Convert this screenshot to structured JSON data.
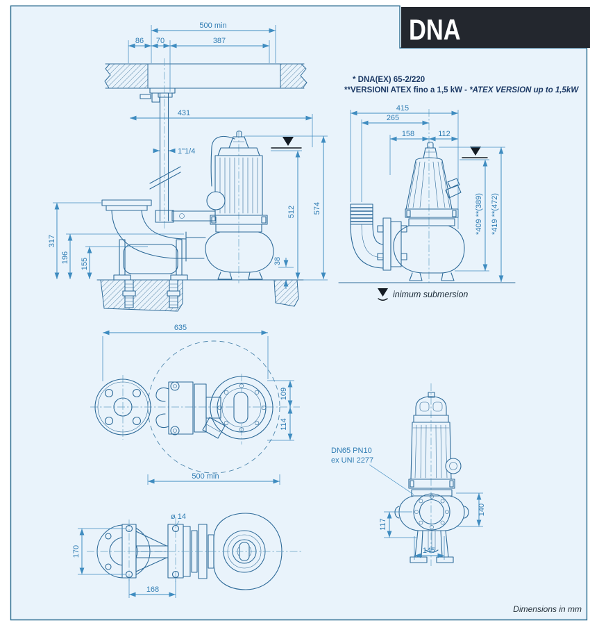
{
  "banner": {
    "title": "DNA"
  },
  "notes": {
    "line1": "* DNA(EX) 65-2/220",
    "line2_regular": "**VERSIONI ATEX fino a 1,5 kW - ",
    "line2_italic": "*ATEX VERSION up to 1,5kW"
  },
  "legend": {
    "min_submersion_label": "inimum submersion"
  },
  "footer": {
    "units_note": "Dimensions in mm"
  },
  "colors": {
    "panel_bg": "#e9f3fb",
    "panel_border": "#2a6b8f",
    "banner_bg": "#23272e",
    "banner_text": "#ffffff",
    "drawing_line": "#2f6b99",
    "dimension_line": "#3f8cc0",
    "dimension_text": "#2f7cb3",
    "note_text": "#1d3a66"
  },
  "views": {
    "installation": {
      "label": "installation side view with guide rail and pit",
      "dims": {
        "pit_width": "500 min",
        "w86": "86",
        "w70": "70",
        "w387": "387",
        "rail_431": "431",
        "guide_pipe": "1\"1/4",
        "h317": "317",
        "h196": "196",
        "h155": "155",
        "h512": "512",
        "h574": "574",
        "h38": "38"
      }
    },
    "freestanding": {
      "label": "free standing side view with hose elbow",
      "dims": {
        "w415": "415",
        "w265": "265",
        "w158": "158",
        "w112": "112",
        "h409": "*409  **(389)",
        "h419": "*419  **(472)"
      }
    },
    "top": {
      "label": "top view",
      "dims": {
        "w635": "635",
        "h109": "109",
        "h114": "114",
        "clearance": "500 min"
      }
    },
    "bottom": {
      "label": "bottom view",
      "dims": {
        "hole": "ø 14",
        "h170": "170",
        "w168": "168"
      }
    },
    "front": {
      "label": "front view",
      "flange_line1": "DN65 PN10",
      "flange_line2": "ex UNI 2277",
      "dims": {
        "h117": "117",
        "h140": "140",
        "w145": "145"
      }
    }
  }
}
